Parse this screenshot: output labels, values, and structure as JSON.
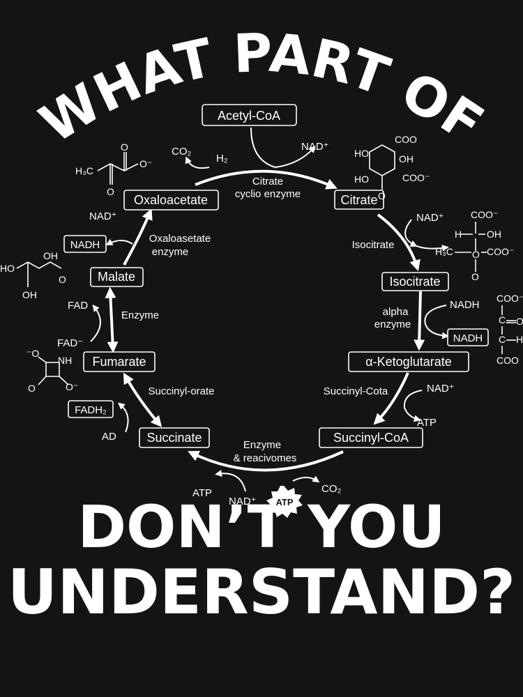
{
  "headline": {
    "top": "WHAT PART OF",
    "bottom_line1": "DON’T YOU",
    "bottom_line2": "UNDERSTAND?"
  },
  "colors": {
    "background": "#141414",
    "foreground": "#ffffff"
  },
  "cycle": {
    "compounds": {
      "acetyl_coa": "Acetyl-CoA",
      "citrate": "Citrate",
      "isocitrate": "Isocitrate",
      "ketoglutarate": "α-Ketoglutarate",
      "succinyl_coa": "Succinyl-CoA",
      "succinate": "Succinate",
      "fumarate": "Fumarate",
      "malate": "Malate",
      "oxaloacetate": "Oxaloacetate"
    },
    "enzymes": {
      "citrate_1": "Citrate",
      "citrate_2": "cyclio enzyme",
      "isocitrate": "Isocitrate",
      "alpha_1": "alpha",
      "alpha_2": "enzyme",
      "succinyl_cota": "Succinyl-Cota",
      "reacivomes_1": "Enzyme",
      "reacivomes_2": "& reacivomes",
      "succinyl_orate": "Succinyl-orate",
      "enzyme": "Enzyme",
      "oxalo_1": "Oxaloasetate",
      "oxalo_2": "enzyme"
    },
    "cofactors": {
      "co2_top": "CO₂",
      "h2": "H₂",
      "nad_top": "NAD⁺",
      "nad_citrate": "NAD⁺",
      "nadh_right": "NADH",
      "nadh_right_box": "NADH",
      "nad_succinyl": "NAD⁺",
      "atp_succinyl": "ATP",
      "co2_bottom": "CO₂",
      "atp_badge": "ATP",
      "nad_bottom": "NAD⁺",
      "atp_bottom": "ATP",
      "ad": "AD",
      "fadh2": "FADH₂",
      "fad_minus": "FAD⁻",
      "fad": "FAD",
      "nadh_left": "NADH",
      "nad_left": "NAD⁺"
    }
  }
}
